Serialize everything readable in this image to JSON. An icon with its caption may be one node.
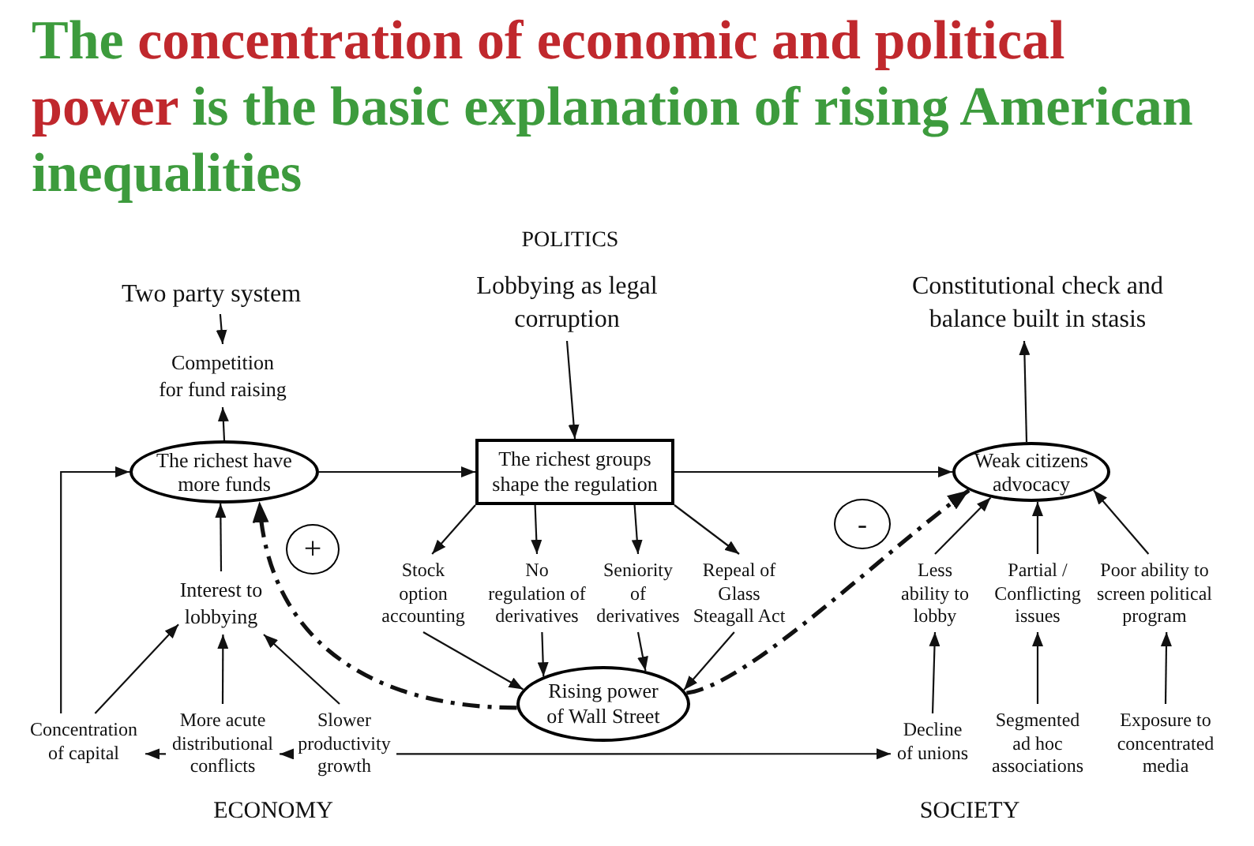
{
  "diagram": {
    "title": "The concentration of economic and political power is the basic explanation of rising American inequalities",
    "nodes": [
      {
        "text": [
          "Two party system"
        ]
      },
      {
        "text": [
          "Lobbying as legal corruption"
        ]
      },
      {
        "text": [
          "Constitutional check and balance built in stasis"
        ]
      },
      {
        "text": [
          "Competition for fund raising"
        ]
      },
      {
        "text": [
          "The richest have more funds"
        ]
      },
      {
        "text": [
          "The richest groups shape the regulation"
        ]
      },
      {
        "text": [
          "Weak citizens advocacy"
        ]
      },
      {
        "text": [
          "+"
        ]
      },
      {
        "text": [
          "-"
        ]
      },
      {
        "text": [
          "Interest to lobbying"
        ]
      },
      {
        "text": [
          "Stock option accounting"
        ]
      },
      {
        "text": [
          "No regulation of derivatives"
        ]
      },
      {
        "text": [
          "Seniority of derivatives"
        ]
      },
      {
        "text": [
          "Repeal of Glass Steagall Act"
        ]
      },
      {
        "text": [
          "Less ability to lobby"
        ]
      },
      {
        "text": [
          "Partial / Conflicting issues"
        ]
      },
      {
        "text": [
          "Poor ability to screen political program"
        ]
      },
      {
        "text": [
          "Rising power of Wall Street"
        ]
      },
      {
        "text": [
          "Concentration of capital"
        ]
      },
      {
        "text": [
          "More acute distributional conflicts"
        ]
      },
      {
        "text": [
          "Slower productivity growth"
        ]
      },
      {
        "text": [
          "Decline of unions"
        ]
      },
      {
        "text": [
          "Segmented ad hoc associations"
        ]
      },
      {
        "text": [
          "Exposure to concentrated media"
        ]
      }
    ],
    "edges": [
      {
        "from": 0,
        "to": 3,
        "arrow": "to"
      },
      {
        "from": 4,
        "to": 3,
        "arrow": "to"
      },
      {
        "from": 1,
        "to": 5,
        "arrow": "to"
      },
      {
        "from": 6,
        "to": 2,
        "arrow": "to"
      },
      {
        "from": 18,
        "to": 4,
        "arrow": "to"
      },
      {
        "from": 4,
        "to": 5,
        "arrow": "to"
      },
      {
        "from": 5,
        "to": 6,
        "arrow": "to"
      },
      {
        "from": 9,
        "to": 4,
        "arrow": "to"
      },
      {
        "from": 17,
        "to": 4,
        "arrow": "to",
        "style": "dashed"
      },
      {
        "from": 5,
        "to": 10,
        "arrow": "to"
      },
      {
        "from": 5,
        "to": 11,
        "arrow": "to"
      },
      {
        "from": 5,
        "to": 12,
        "arrow": "to"
      },
      {
        "from": 5,
        "to": 13,
        "arrow": "to"
      },
      {
        "from": 17,
        "to": 6,
        "arrow": "to",
        "style": "dashed"
      },
      {
        "from": 14,
        "to": 6,
        "arrow": "to"
      },
      {
        "from": 15,
        "to": 6,
        "arrow": "to"
      },
      {
        "from": 16,
        "to": 6,
        "arrow": "to"
      },
      {
        "from": 10,
        "to": 17,
        "arrow": "to"
      },
      {
        "from": 11,
        "to": 17,
        "arrow": "to"
      },
      {
        "from": 12,
        "to": 17,
        "arrow": "to"
      },
      {
        "from": 13,
        "to": 17,
        "arrow": "to"
      },
      {
        "from": 18,
        "to": 9,
        "arrow": "to"
      },
      {
        "from": 19,
        "to": 9,
        "arrow": "to"
      },
      {
        "from": 20,
        "to": 9,
        "arrow": "to"
      },
      {
        "from": 19,
        "to": 18,
        "arrow": "to"
      },
      {
        "from": 20,
        "to": 19,
        "arrow": "to"
      },
      {
        "from": 20,
        "to": 21,
        "arrow": "to"
      },
      {
        "from": 21,
        "to": 14,
        "arrow": "to"
      },
      {
        "from": 22,
        "to": 15,
        "arrow": "to"
      },
      {
        "from": 23,
        "to": 16,
        "arrow": "to"
      }
    ],
    "labels": [
      "POLITICS",
      "ECONOMY",
      "SOCIETY"
    ]
  }
}
